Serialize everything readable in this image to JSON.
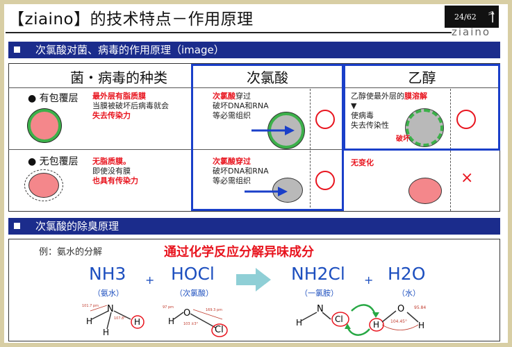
{
  "header": {
    "title": "【ziaino】的技术特点－作用原理",
    "page_number": "24/62",
    "brand": "ziaino"
  },
  "section1": {
    "title": "次氯酸对菌、病毒的作用原理（image）",
    "col_headers": [
      "菌・病毒的种类",
      "次氯酸",
      "乙醇"
    ],
    "rows": [
      {
        "type_label": "● 有包覆层",
        "type_desc_red": "最外层有脂质膜",
        "type_desc": "当膜被破坏后病毒就会",
        "type_desc_red2": "失去传染力",
        "hocl_red": "次氯酸",
        "hocl_text1": "穿过",
        "hocl_text2": "破坏DNA和RNA",
        "hocl_text3": "等必需组织",
        "ethanol_text1": "乙醇使最外层的",
        "ethanol_red": "膜溶解",
        "ethanol_arrow": "▼",
        "ethanol_text2": "使病毒",
        "ethanol_text3": "失去传染性",
        "ethanol_break": "破坏",
        "hocl_result": "circle",
        "ethanol_result": "circle"
      },
      {
        "type_label": "● 无包覆层",
        "type_desc_red": "无脂质膜。",
        "type_desc": "即使没有膜",
        "type_desc_red2": "也具有传染力",
        "hocl_red": "次氯酸穿过",
        "hocl_text2": "破坏DNA和RNA",
        "hocl_text3": "等必需组织",
        "ethanol_red": "无变化",
        "hocl_result": "circle",
        "ethanol_result": "×"
      }
    ]
  },
  "section2": {
    "title": "次氯酸的除臭原理",
    "example": "例：氨水的分解",
    "headline": "通过化学反应分解异味成分",
    "equation": [
      {
        "formula": "NH3",
        "name": "（氨水）"
      },
      {
        "op": "+"
      },
      {
        "formula": "HOCl",
        "name": "（次氯酸）"
      },
      {
        "formula": "NH2Cl",
        "name": "（一氯胺）"
      },
      {
        "op": "+"
      },
      {
        "formula": "H2O",
        "name": "（水）"
      }
    ],
    "molecules": {
      "nh3": {
        "N": "N",
        "H": "H",
        "dist": "101.7 pm",
        "angle": "107.8°"
      },
      "hocl": {
        "H": "H",
        "O": "O",
        "Cl": "Cl",
        "d1": "97 pm",
        "d2": "169.3 pm",
        "angle": "103 ±3°"
      },
      "nh2cl": {
        "N": "N",
        "H": "H",
        "Cl": "Cl"
      },
      "h2o": {
        "H": "H",
        "O": "O",
        "d": "95.84",
        "angle": "104.45°"
      }
    }
  },
  "colors": {
    "section_bar": "#1b2c8c",
    "highlight_frame": "#1a3fc9",
    "accent_red": "#e8141e",
    "formula_blue": "#1d4fbf",
    "membrane_green": "#3cb04a",
    "cell_pink": "#f4878b",
    "virus_gray": "#b9b9b9"
  }
}
